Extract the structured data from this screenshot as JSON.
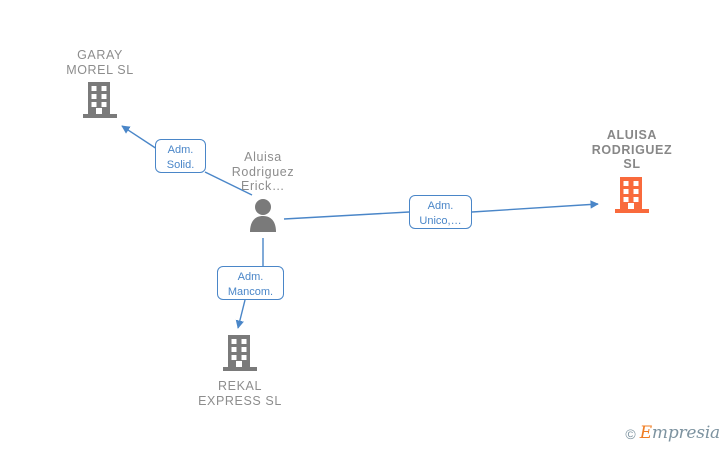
{
  "graph": {
    "title": "Empresia relationship graph",
    "colors": {
      "edge": "#4a86c8",
      "label_text": "#4a86c8",
      "company_gray": "#8d8d8d",
      "company_orange": "#f96a3c",
      "person_gray": "#7a7a7a",
      "watermark_teal": "#7d93a0",
      "watermark_orange": "#f07d23"
    },
    "nodes": [
      {
        "id": "garay-morel-sl",
        "label": "GARAY\nMOREL  SL",
        "type": "company",
        "icon": "building-icon",
        "highlighted": false
      },
      {
        "id": "aluisa-rodriguez-erick",
        "label": "Aluisa\nRodriguez\nErick…",
        "type": "person",
        "icon": "person-icon",
        "highlighted": false
      },
      {
        "id": "aluisa-rodriguez-sl",
        "label": "ALUISA\nRODRIGUEZ\nSL",
        "type": "company",
        "icon": "building-icon",
        "highlighted": true
      },
      {
        "id": "rekal-express-sl",
        "label": "REKAL\nEXPRESS  SL",
        "type": "company",
        "icon": "building-icon",
        "highlighted": false
      }
    ],
    "edges": [
      {
        "id": "edge-adm-solid",
        "from": "aluisa-rodriguez-erick",
        "to": "garay-morel-sl",
        "label": "Adm.\nSolid."
      },
      {
        "id": "edge-adm-unico",
        "from": "aluisa-rodriguez-erick",
        "to": "aluisa-rodriguez-sl",
        "label": "Adm.\nUnico,…"
      },
      {
        "id": "edge-adm-mancom",
        "from": "aluisa-rodriguez-erick",
        "to": "rekal-express-sl",
        "label": "Adm.\nMancom."
      }
    ]
  },
  "watermark": {
    "copyright": "©",
    "brand_first": "E",
    "brand_rest": "mpresia"
  }
}
